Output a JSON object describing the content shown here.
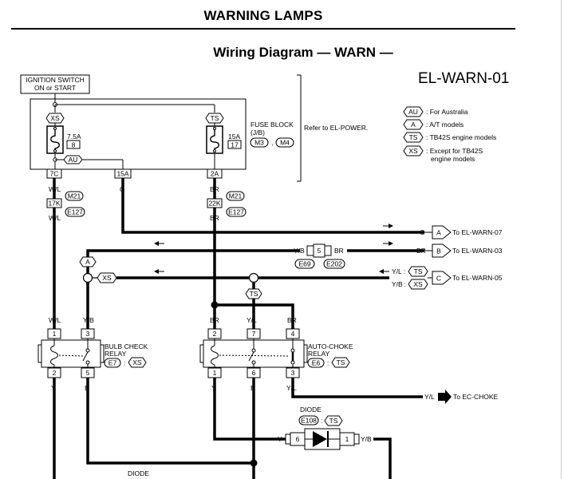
{
  "header": {
    "page_title": "WARNING LAMPS",
    "diagram_title": "Wiring Diagram — WARN —",
    "diagram_code": "EL-WARN-01"
  },
  "ignition": {
    "line1": "IGNITION SWITCH",
    "line2": "ON or START"
  },
  "fuse_block": {
    "label1": "FUSE BLOCK",
    "label2": "(J/B)",
    "conn1": "M3",
    "conn2": "M4",
    "refer": "Refer to EL-POWER.",
    "fuse_left_amp": "7.5A",
    "fuse_left_num": "8",
    "fuse_right_amp": "15A",
    "fuse_right_num": "17",
    "tag_left": "XS",
    "tag_right": "TS",
    "tag_au": "AU",
    "pin_7c": "7C",
    "pin_15a": "15A",
    "pin_2a": "2A"
  },
  "legend": [
    {
      "tag": "AU",
      "text1": ": For Australia",
      "text2": ""
    },
    {
      "tag": "A",
      "text1": ": A/T models",
      "text2": ""
    },
    {
      "tag": "TS",
      "text1": ": TB42S engine models",
      "text2": ""
    },
    {
      "tag": "XS",
      "text1": ": Except for TB42S",
      "text2": "engine models"
    }
  ],
  "wires": {
    "wl": "W/L",
    "g": "G",
    "br": "BR",
    "yb": "Y/B",
    "yl": "Y/L",
    "y": "Y",
    "b": "B",
    "c17k": "17K",
    "c22k": "22K",
    "m21": "M21",
    "e127": "E127",
    "c5": "5",
    "e69": "E69",
    "e202": "E202",
    "ts": "TS",
    "xs": "XS",
    "a": "A"
  },
  "offpage": {
    "a": {
      "letter": "A",
      "text": "To EL-WARN-07"
    },
    "b": {
      "letter": "B",
      "text": "To EL-WARN-03"
    },
    "c": {
      "letter": "C",
      "text": "To EL-WARN-05"
    },
    "choke": "To EC-CHOKE"
  },
  "bulb_relay": {
    "name1": "BULB CHECK",
    "name2": "RELAY",
    "conn": "E7",
    "tag": "XS",
    "p1": "1",
    "p2": "2",
    "p3": "3",
    "p5": "5"
  },
  "choke_relay": {
    "name1": "AUTO-CHOKE",
    "name2": "RELAY",
    "conn": "E6",
    "tag": "TS",
    "p2": "2",
    "p7": "7",
    "p4": "4",
    "p1": "1",
    "p6": "6",
    "p3": "3"
  },
  "diode1": {
    "name": "DIODE",
    "conn": "E108",
    "tag": "TS",
    "p6": "6",
    "p1": "1"
  },
  "diode2": {
    "name": "DIODE"
  }
}
